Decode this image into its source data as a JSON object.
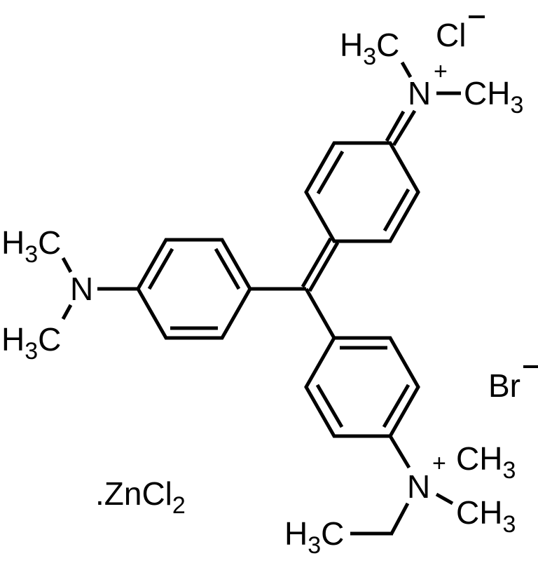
{
  "diagram": {
    "type": "chemical-structure",
    "description": "Triarylmethane dye cation with chloride and bromide counterions, zinc chloride adduct",
    "colors": {
      "bond": "#000000",
      "background": "#ffffff"
    },
    "labels": {
      "top_n": {
        "atom": "N",
        "charge": "+"
      },
      "top_methyl_left": {
        "main": "H",
        "sub": "3",
        "tail": "C"
      },
      "top_methyl_right": {
        "main": "CH",
        "sub": "3"
      },
      "chloride": {
        "atom": "Cl",
        "charge": "−"
      },
      "left_n": {
        "atom": "N"
      },
      "left_methyl_top": {
        "main": "H",
        "sub": "3",
        "tail": "C"
      },
      "left_methyl_bottom": {
        "main": "H",
        "sub": "3",
        "tail": "C"
      },
      "bromide": {
        "atom": "Br",
        "charge": "−"
      },
      "bottom_n": {
        "atom": "N",
        "charge": "+"
      },
      "bottom_methyl_1": {
        "main": "CH",
        "sub": "3"
      },
      "bottom_methyl_2": {
        "main": "CH",
        "sub": "3"
      },
      "ethyl_methyl": {
        "main": "H",
        "sub": "3",
        "tail": "C"
      },
      "zinc_chloride": {
        "main": ".ZnCl",
        "sub": "2"
      }
    }
  }
}
